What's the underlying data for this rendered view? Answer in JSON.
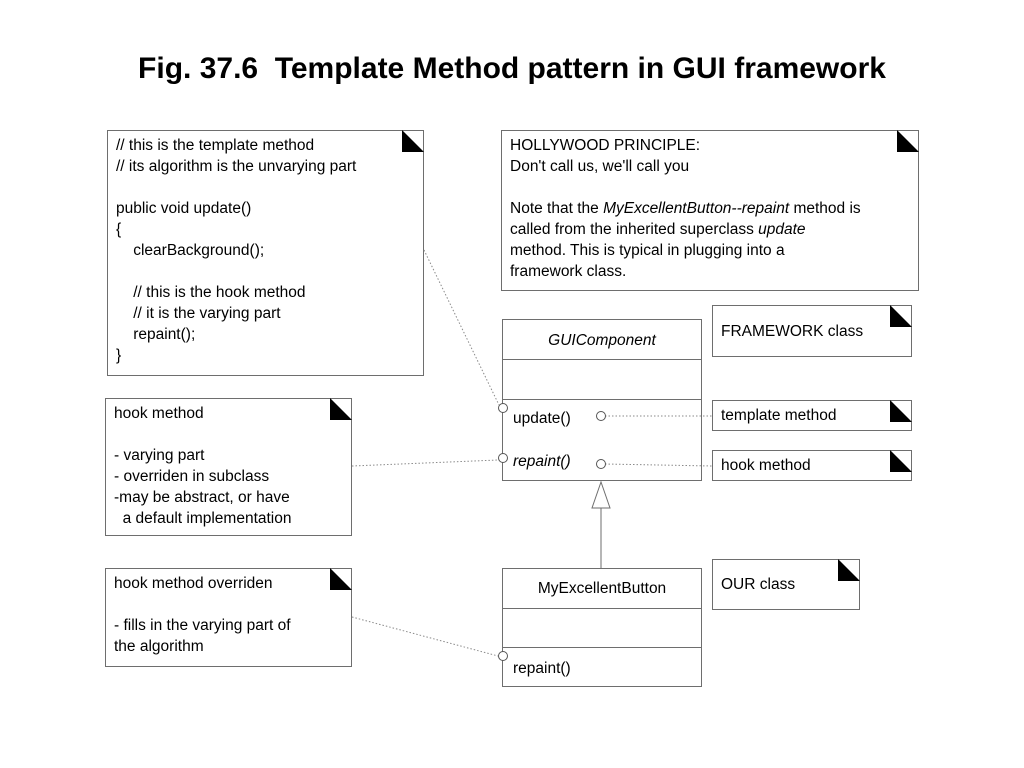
{
  "title": "Fig. 37.6  Template Method pattern in GUI framework",
  "template_note": {
    "lines": [
      "// this is the template method",
      "// its algorithm is the unvarying part",
      "",
      "public void update()",
      "{",
      "    clearBackground();",
      "",
      "    // this is the hook method",
      "    // it is the varying part",
      "    repaint();",
      "}"
    ]
  },
  "hollywood_note": {
    "line1": "HOLLYWOOD PRINCIPLE:",
    "line2": "Don't call us, we'll call you",
    "p_a": "Note that the ",
    "p_b": "MyExcellentButton--repaint",
    "p_c": " method is",
    "p_d": "called from the inherited superclass ",
    "p_e": "update",
    "p_f": "method. This is typical in plugging into a",
    "p_g": "framework class."
  },
  "hook_note": {
    "lines": [
      "hook method",
      "",
      "- varying part",
      "- overriden in subclass",
      "-may be abstract, or have",
      "  a default implementation"
    ]
  },
  "override_note": {
    "lines": [
      "hook method overriden",
      "",
      "- fills in the varying part of",
      "the algorithm"
    ]
  },
  "gui_component": {
    "name": "GUIComponent",
    "op1": "update()",
    "op2": "repaint()"
  },
  "my_button": {
    "name": "MyExcellentButton",
    "op1": "repaint()"
  },
  "labels": {
    "framework_class": "FRAMEWORK class",
    "template_method": "template method",
    "hook_method": "hook method",
    "our_class": "OUR class"
  }
}
